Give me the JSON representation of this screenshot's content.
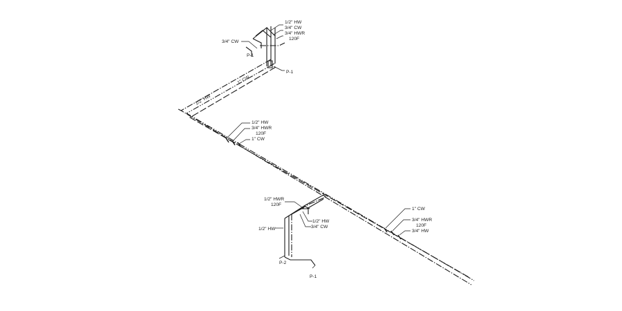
{
  "labels": {
    "top_hw": "1/2\" HW",
    "top_cw": "3/4\" CW",
    "top_hwr": "3/4\" HWR",
    "top_temp": "120F",
    "top_left_cw": "3/4\" CW",
    "top_p1_left": "P-1",
    "top_p1_right": "P-1",
    "main_cw_top": "1\" CW",
    "main_hw_top": "1/2\" HW",
    "mid_hw": "1/2\" HW",
    "mid_hwr": "3/4\" HWR",
    "mid_temp": "120F",
    "mid_cw": "1\" CW",
    "low_hwr": "1/2\" HWR",
    "low_temp": "120F",
    "low_hw": "1/2\" HW",
    "low_cw": "3/4\" CW",
    "low_left_hw": "1/2\" HW",
    "low_p2": "P-2",
    "low_p1": "P-1",
    "right_cw": "1\" CW",
    "right_hwr": "3/4\" HWR",
    "right_temp": "120F",
    "right_hw": "3/4\" HW"
  }
}
